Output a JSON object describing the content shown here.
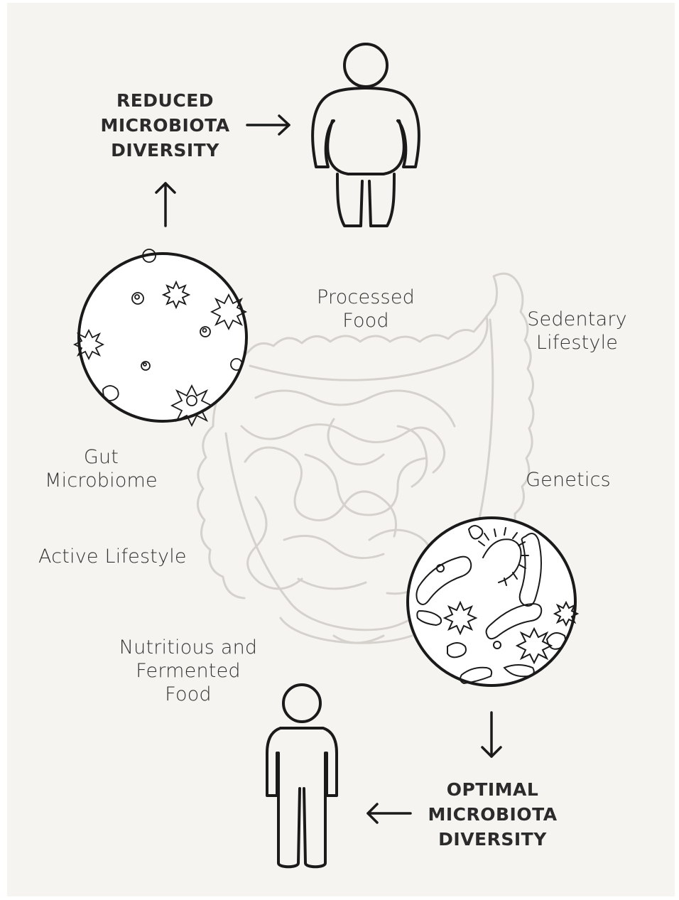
{
  "diagram": {
    "colors": {
      "background": "#f6f4f1",
      "ink": "#1a1a1a",
      "intestine": "#d5d2cd"
    },
    "headings": {
      "reduced": "REDUCED\nMICROBIOTA\nDIVERSITY",
      "optimal": "OPTIMAL\nMICROBIOTA\nDIVERSITY"
    },
    "labels": {
      "processed_food": "Processed\nFood",
      "sedentary_lifestyle": "Sedentary\nLifestyle",
      "gut_microbiome": "Gut\nMicrobiome",
      "genetics": "Genetics",
      "active_lifestyle": "Active Lifestyle",
      "nutritious_food": "Nutritious and\nFermented\nFood"
    },
    "icons": {
      "intestine": "intestine-icon",
      "sparse_microbes": "sparse-microbiome-icon",
      "dense_microbes": "dense-microbiome-icon",
      "obese_person": "obese-person-icon",
      "slim_person": "slim-person-icon",
      "arrows": [
        "arrow-up-icon",
        "arrow-right-icon",
        "arrow-down-icon",
        "arrow-left-icon"
      ]
    }
  }
}
